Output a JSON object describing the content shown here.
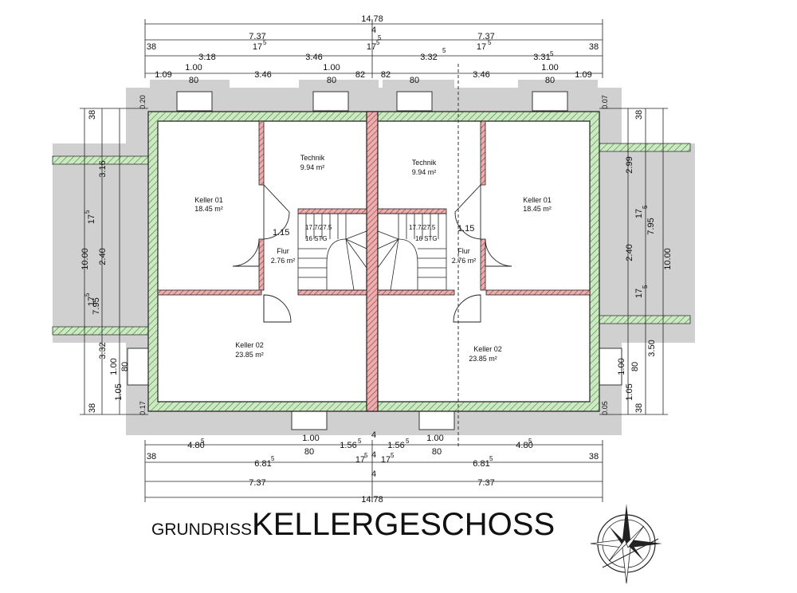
{
  "title": {
    "prefix": "GRUNDRISS",
    "main": "KELLERGESCHOSS"
  },
  "rooms": [
    {
      "name": "Keller 01",
      "area": "18.45 m²"
    },
    {
      "name": "Technik",
      "area": "9.94 m²"
    },
    {
      "name": "Flur",
      "area": "2.76 m²"
    },
    {
      "name": "Keller 02",
      "area": "23.85 m²"
    },
    {
      "name": "Technik",
      "area": "9.94 m²"
    },
    {
      "name": "Keller 01",
      "area": "18.45 m²"
    },
    {
      "name": "Flur",
      "area": "2.76 m²"
    },
    {
      "name": "Keller 02",
      "area": "23.85 m²"
    }
  ],
  "stairs": [
    {
      "ratio": "17.7/27.5",
      "steps": "16 STG",
      "width": "1.15"
    },
    {
      "ratio": "17.7/27.5",
      "steps": "16 STG",
      "width": "1.15"
    }
  ],
  "dims_top": {
    "total": "14.78",
    "party": "4",
    "row2": [
      "38",
      "7.37",
      "17",
      "5",
      "7.37",
      "38"
    ],
    "row3": [
      "3.18",
      "17",
      "5",
      "3.46",
      "17",
      "5",
      "3.32",
      "5",
      "17",
      "5",
      "3.31",
      "5"
    ],
    "row4": [
      "1.09",
      "1.00",
      "80",
      "3.46",
      "1.00",
      "80",
      "82",
      "82",
      "80",
      "3.46",
      "1.00",
      "80",
      "1.09"
    ]
  },
  "dims_bottom": {
    "row1": [
      "4.80",
      "5",
      "1.00",
      "80",
      "1.56",
      "5",
      "1.56",
      "5",
      "1.00",
      "80",
      "4.80",
      "5",
      "4"
    ],
    "row2": [
      "38",
      "6.81",
      "5",
      "17",
      "5",
      "4",
      "17",
      "5",
      "6.81",
      "5",
      "38"
    ],
    "row3": [
      "7.37",
      "4",
      "7.37"
    ],
    "total": "14.78"
  },
  "dims_left": [
    "38",
    "3.16",
    "17",
    "5",
    "2.40",
    "17",
    "5",
    "3.32",
    "1.00",
    "80",
    "1.05",
    "38",
    "7.95",
    "10.00",
    "0.20",
    "0.17"
  ],
  "dims_right": [
    "38",
    "2.99",
    "17",
    "5",
    "2.40",
    "17",
    "5",
    "3.50",
    "1.00",
    "80",
    "1.05",
    "38",
    "7.95",
    "10.00",
    "0.07",
    "0.05"
  ],
  "colors": {
    "outer_wall_fill": "#cfe8c4",
    "outer_wall_hatch": "#2f8a2f",
    "inner_wall_fill": "#e8b0b0",
    "inner_wall_hatch": "#b33030",
    "ground": "#d0d0d0"
  },
  "icons": [
    "compass-rose-icon"
  ]
}
